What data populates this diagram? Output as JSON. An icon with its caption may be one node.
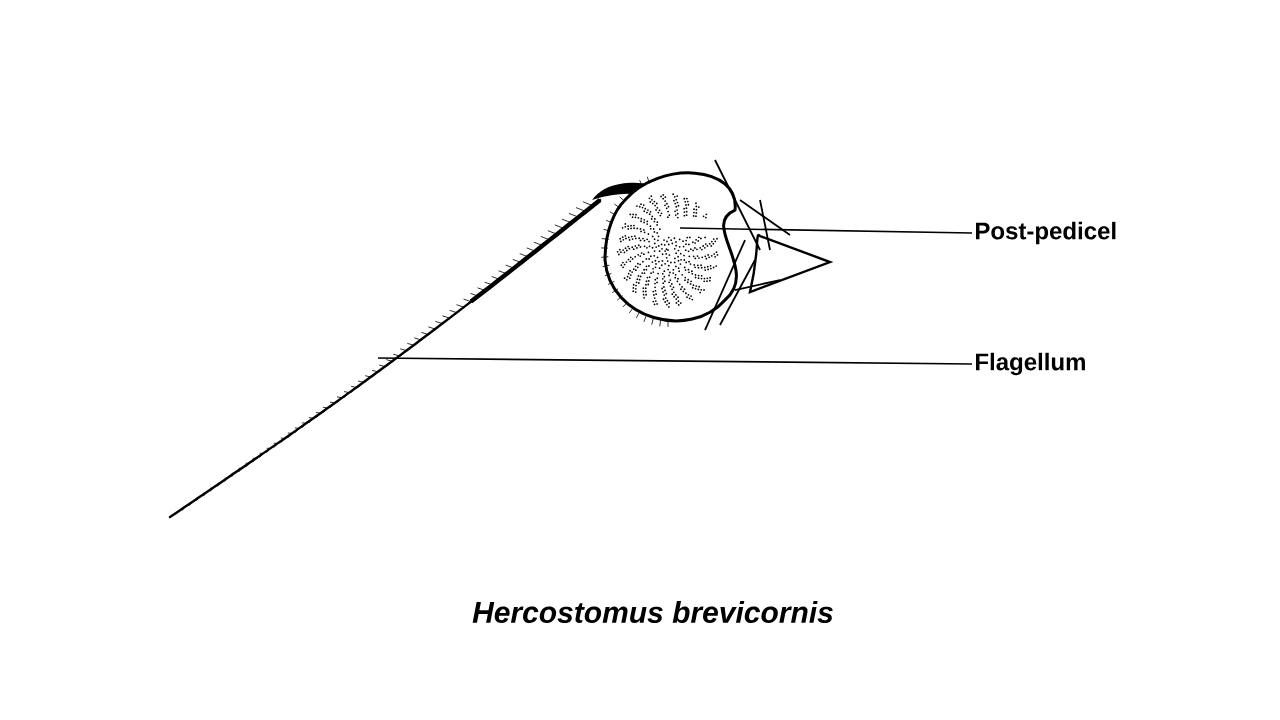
{
  "diagram": {
    "caption": "Hercostomus brevicornis",
    "nodes": [
      {
        "text": [
          "Post-pedicel"
        ]
      },
      {
        "text": [
          "Flagellum"
        ]
      }
    ],
    "edges": [
      {
        "from": 0,
        "to": null,
        "arrow": "none"
      },
      {
        "from": 1,
        "to": null,
        "arrow": "none"
      }
    ]
  }
}
